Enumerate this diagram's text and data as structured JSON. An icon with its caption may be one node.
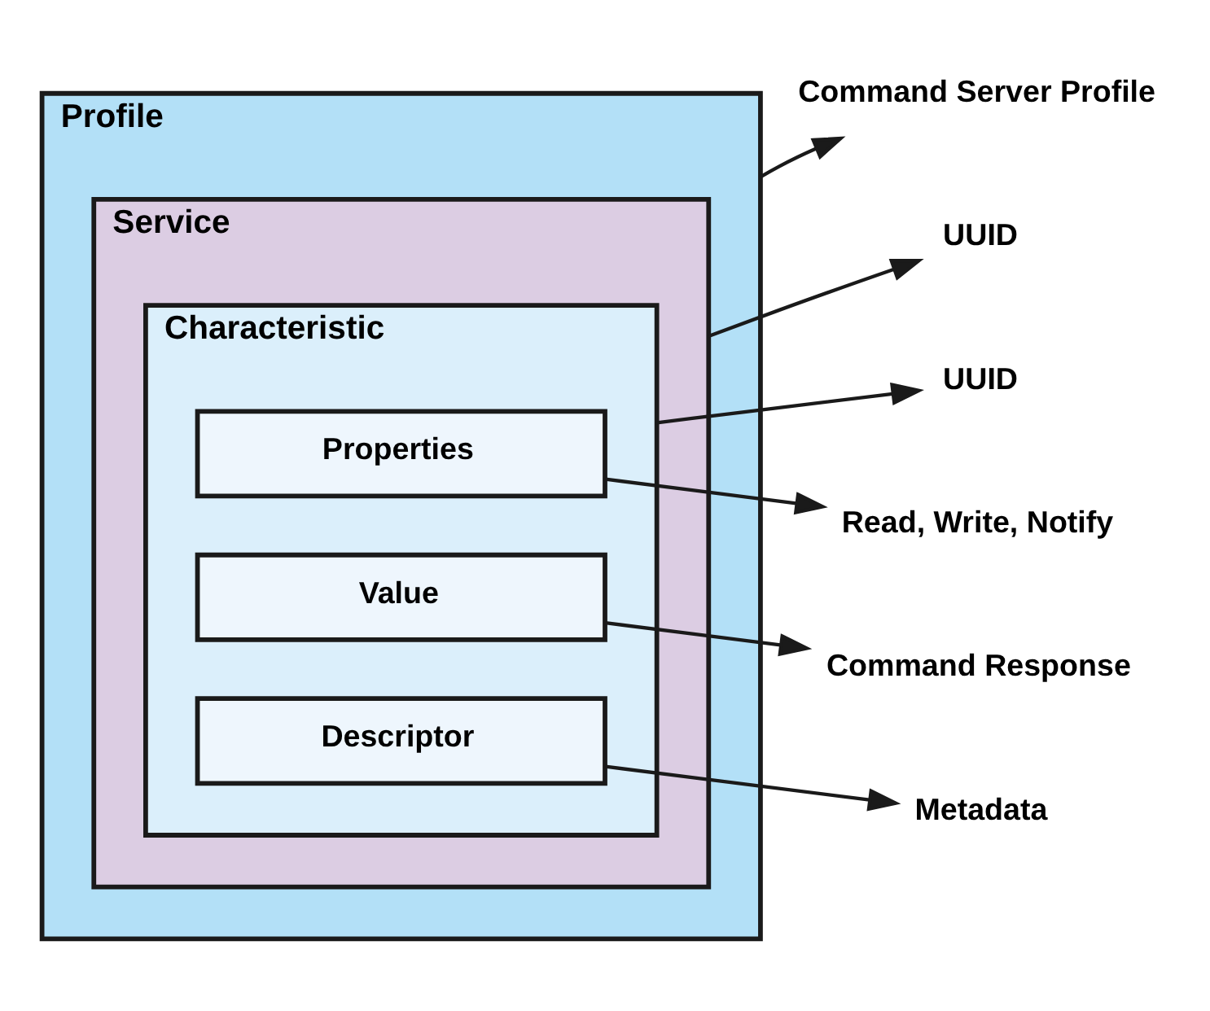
{
  "diagram": {
    "nodes": [
      {
        "text": [
          "Profile"
        ]
      },
      {
        "text": [
          "Service"
        ],
        "in": 0
      },
      {
        "text": [
          "Characteristic"
        ],
        "in": 1
      },
      {
        "text": [
          "Properties"
        ],
        "in": 2
      },
      {
        "text": [
          "Value"
        ],
        "in": 2
      },
      {
        "text": [
          "Descriptor"
        ],
        "in": 2
      },
      {
        "text": [
          "Command Server Profile"
        ]
      },
      {
        "text": [
          "UUID"
        ]
      },
      {
        "text": [
          "UUID"
        ]
      },
      {
        "text": [
          "Read, Write, Notify"
        ]
      },
      {
        "text": [
          "Command Response"
        ]
      },
      {
        "text": [
          "Metadata"
        ]
      }
    ],
    "edges": [
      {
        "from": 0,
        "to": 6,
        "arrow": "to"
      },
      {
        "from": 1,
        "to": 7,
        "arrow": "to"
      },
      {
        "from": 2,
        "to": 8,
        "arrow": "to"
      },
      {
        "from": 3,
        "to": 9,
        "arrow": "to"
      },
      {
        "from": 4,
        "to": 10,
        "arrow": "to"
      },
      {
        "from": 5,
        "to": 11,
        "arrow": "to"
      }
    ]
  }
}
